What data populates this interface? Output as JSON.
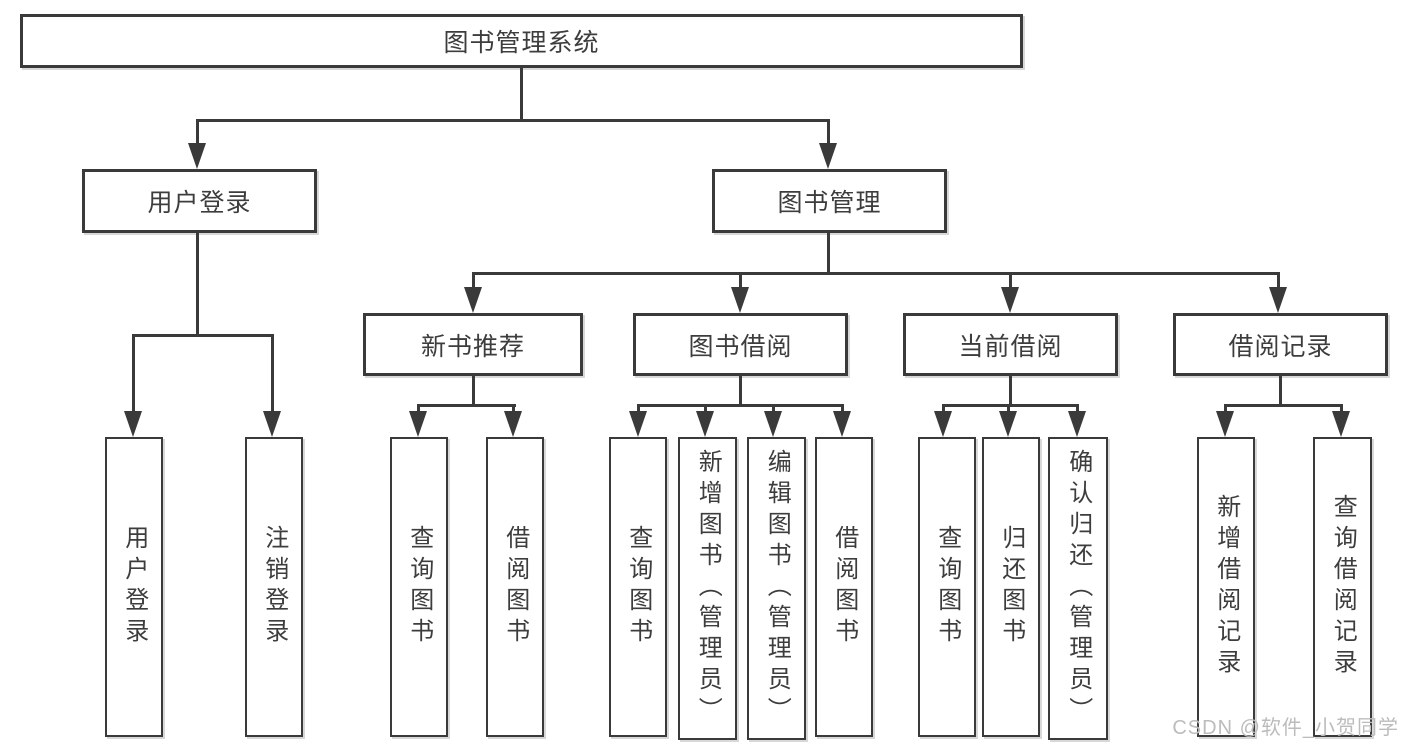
{
  "diagram": {
    "title": "图书管理系统",
    "level2": {
      "user_login": "用户登录",
      "book_mgmt": "图书管理"
    },
    "level3": {
      "new_books": "新书推荐",
      "book_borrow": "图书借阅",
      "current_borrow": "当前借阅",
      "borrow_records": "借阅记录"
    },
    "leaves": {
      "user_login": [
        "用户登录",
        "注销登录"
      ],
      "new_books": [
        "查询图书",
        "借阅图书"
      ],
      "book_borrow": [
        "查询图书",
        "新增图书（管理员）",
        "编辑图书（管理员）",
        "借阅图书"
      ],
      "current_borrow": [
        "查询图书",
        "归还图书",
        "确认归还（管理员）"
      ],
      "borrow_records": [
        "新增借阅记录",
        "查询借阅记录"
      ]
    }
  },
  "watermark": "CSDN @软件_小贺同学",
  "colors": {
    "line": "#3a3a3a",
    "box_border": "#3a3a3a",
    "text": "#3d3d3d",
    "watermark": "#bcbcbc",
    "background": "#ffffff"
  }
}
